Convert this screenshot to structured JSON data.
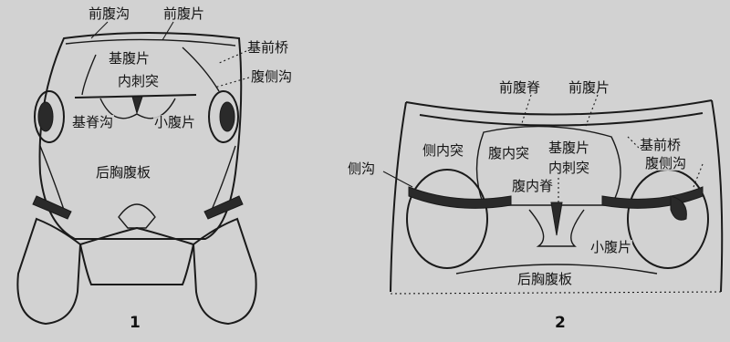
{
  "figure1": {
    "number": "1",
    "labels": {
      "qianfugou": "前腹沟",
      "qianfupian": "前腹片",
      "jiqianqiao": "基前桥",
      "jifupian": "基腹片",
      "fucegou": "腹侧沟",
      "neicitu": "内刺突",
      "jijigou": "基脊沟",
      "xiaofupian": "小腹片",
      "houxiongfuban": "后胸腹板"
    }
  },
  "figure2": {
    "number": "2",
    "labels": {
      "qianfuji": "前腹脊",
      "qianfupian": "前腹片",
      "celneitu": "侧内突",
      "funeitu": "腹内突",
      "jifupian": "基腹片",
      "jiqianqiao": "基前桥",
      "cegou": "侧沟",
      "neicitu": "内刺突",
      "fucegou": "腹侧沟",
      "funeiji": "腹内脊",
      "xiaofupian": "小腹片",
      "houxiongfuban": "后胸腹板"
    }
  }
}
